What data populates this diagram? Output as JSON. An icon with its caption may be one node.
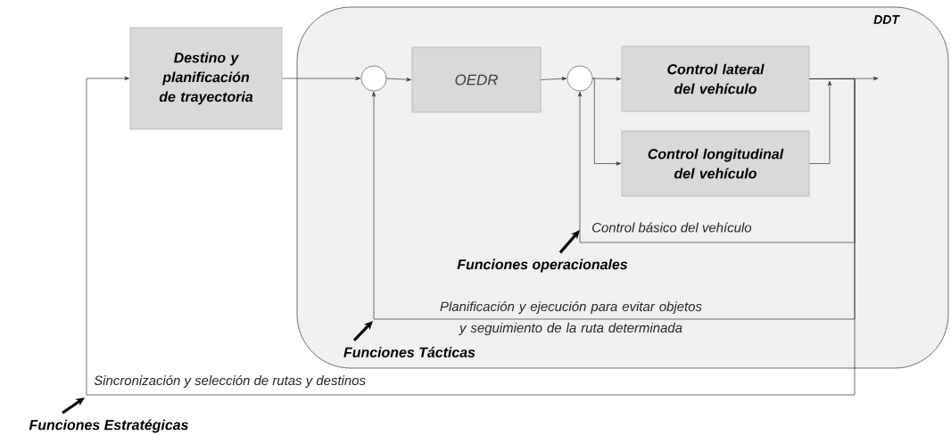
{
  "diagram": {
    "nodes": [
      {
        "text": [
          "DDT"
        ]
      },
      {
        "text": [
          "Destino y planificación de trayectoria"
        ]
      },
      {
        "text": [],
        "shape": "circle",
        "in": 0
      },
      {
        "text": [
          "OEDR"
        ],
        "in": 0
      },
      {
        "text": [],
        "shape": "circle",
        "in": 0
      },
      {
        "text": [
          "Control lateral del vehículo"
        ],
        "in": 0
      },
      {
        "text": [
          "Control longitudinal del vehículo"
        ],
        "in": 0
      },
      {
        "text": [
          "Funciones operacionales"
        ],
        "in": 0
      },
      {
        "text": [
          "Funciones Tácticas"
        ],
        "in": 0
      },
      {
        "text": [
          "Funciones Estratégicas"
        ]
      }
    ],
    "edges": [
      {
        "from": 1,
        "to": 2,
        "arrow": "to"
      },
      {
        "from": 2,
        "to": 3,
        "arrow": "to"
      },
      {
        "from": 3,
        "to": 4,
        "arrow": "to"
      },
      {
        "from": 4,
        "to": 5,
        "arrow": "to"
      },
      {
        "from": 4,
        "to": 6,
        "arrow": "to"
      },
      {
        "from": 5,
        "to": null,
        "arrow": "to"
      },
      {
        "from": 6,
        "to": null,
        "arrow": "to"
      },
      {
        "from": 5,
        "to": 4,
        "arrow": "to",
        "label": "Control básico del vehículo"
      },
      {
        "from": 5,
        "to": 2,
        "arrow": "to",
        "label": "Planificación y ejecución para evitar objetos y seguimiento de la ruta determinada"
      },
      {
        "from": 5,
        "to": 1,
        "arrow": "to",
        "label": "Sincronización y selección de rutas y destinos"
      },
      {
        "from": 7,
        "to": null,
        "arrow": "to",
        "style": "thick"
      },
      {
        "from": 8,
        "to": null,
        "arrow": "to",
        "style": "thick"
      },
      {
        "from": 9,
        "to": null,
        "arrow": "to",
        "style": "thick"
      }
    ]
  }
}
